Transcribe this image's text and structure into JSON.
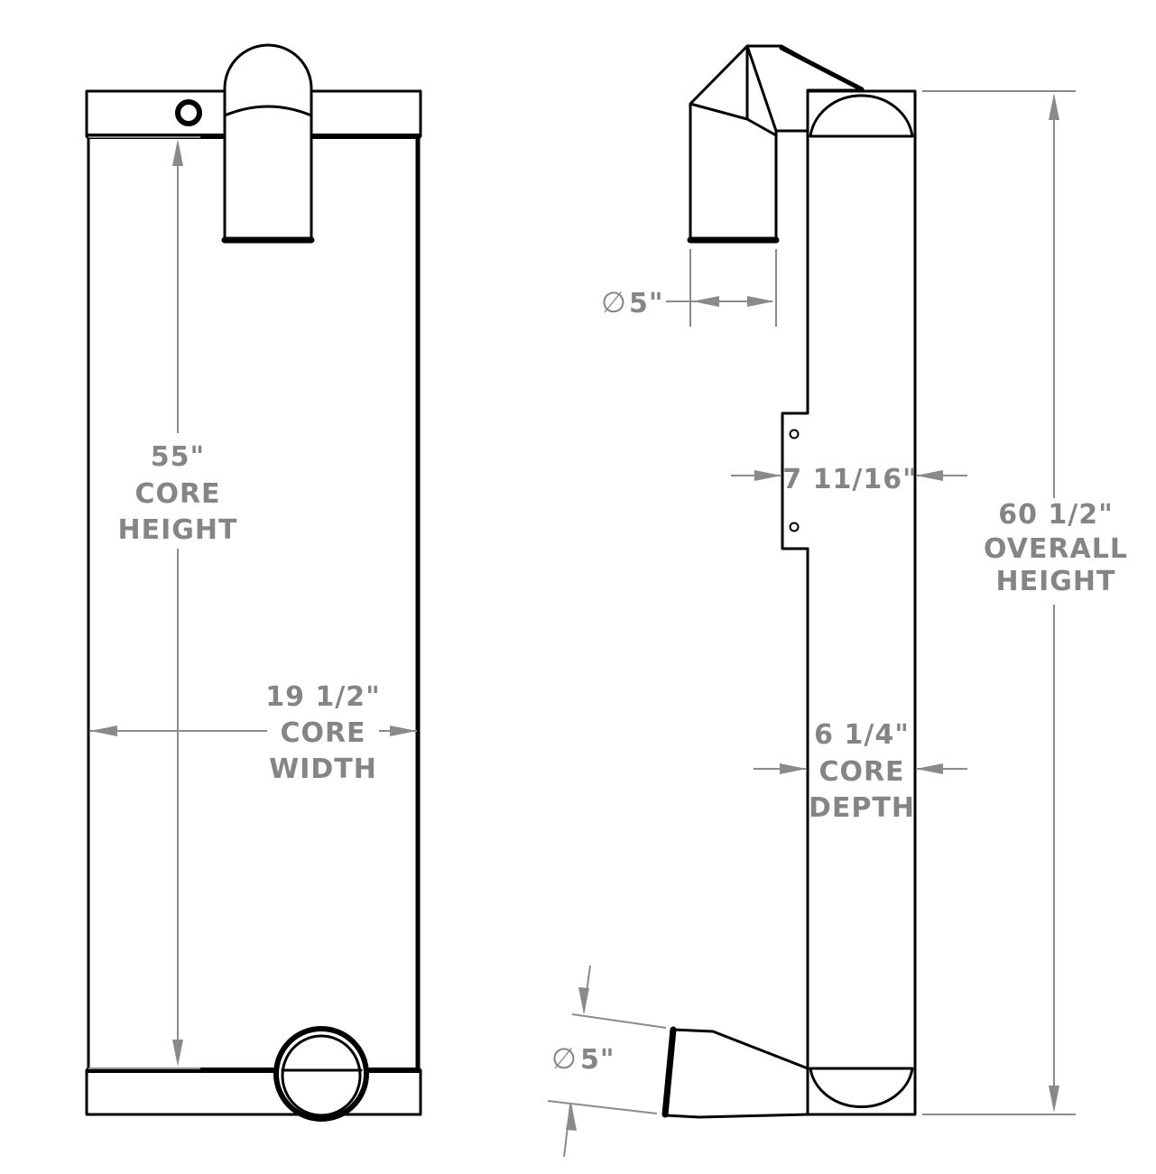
{
  "front_view": {
    "core_height": {
      "value": "55\"",
      "line1": "CORE",
      "line2": "HEIGHT"
    },
    "core_width": {
      "value": "19 1/2\"",
      "line1": "CORE",
      "line2": "WIDTH"
    }
  },
  "side_view": {
    "outlet_diameter": {
      "symbol": "∅",
      "value": "5\""
    },
    "inlet_diameter": {
      "symbol": "∅",
      "value": "5\""
    },
    "bracket_width": {
      "value": "7 11/16\""
    },
    "core_depth": {
      "value": "6 1/4\"",
      "line1": "CORE",
      "line2": "DEPTH"
    },
    "overall_height": {
      "value": "60 1/2\"",
      "line1": "OVERALL",
      "line2": "HEIGHT"
    }
  },
  "colors": {
    "outline": "#000000",
    "dimension": "#858585",
    "background": "#ffffff"
  }
}
